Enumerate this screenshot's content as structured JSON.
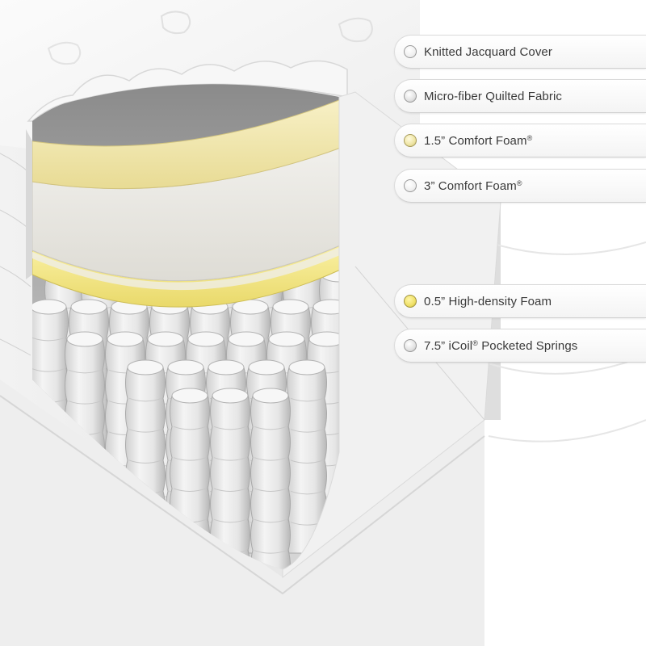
{
  "layers": [
    {
      "name": "Knitted Jacquard Cover",
      "mark": "",
      "rest": "",
      "swatch": "white"
    },
    {
      "name": "Micro-fiber Quilted Fabric",
      "mark": "",
      "rest": "",
      "swatch": "grey"
    },
    {
      "name": "1.5” Comfort Foam",
      "mark": "®",
      "rest": "",
      "swatch": "cream"
    },
    {
      "name": "3” Comfort Foam",
      "mark": "®",
      "rest": "",
      "swatch": "white"
    },
    {
      "name": "0.5” High-density Foam",
      "mark": "",
      "rest": "",
      "swatch": "yellow"
    },
    {
      "name": "7.5” iCoil",
      "mark": "®",
      "rest": " Pocketed Springs",
      "swatch": "grey"
    }
  ],
  "colors": {
    "comfort_foam_yellow": "#f3e9b0",
    "high_density_yellow": "#f6e986",
    "foam_grey": "#e9e7e2",
    "cover_white": "#f6f6f6"
  }
}
